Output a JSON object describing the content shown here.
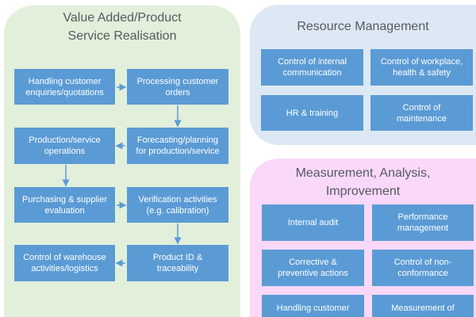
{
  "colors": {
    "box": "#5b9bd5",
    "arrow": "#5b9bd5",
    "green_panel": "#e2efda",
    "blue_panel": "#dde8f5",
    "pink_panel": "#f9d8f9"
  },
  "realisation": {
    "title_line1": "Value Added/Product",
    "title_line2": "Service Realisation",
    "boxes": [
      "Handling customer\nenquiries/quotations",
      "Processing customer\norders",
      "Production/service\noperations",
      "Forecasting/planning\nfor production/service",
      "Purchasing & supplier\nevaluation",
      "Verification activities\n(e.g. calibration)",
      "Control of warehouse\nactivities/logistics",
      "Product ID &\ntraceability"
    ]
  },
  "resource": {
    "title": "Resource Management",
    "boxes": [
      "Control of internal\ncommunication",
      "Control of workplace,\nhealth & safety",
      "HR & training",
      "Control of\nmaintenance"
    ]
  },
  "measurement": {
    "title_line1": "Measurement, Analysis,",
    "title_line2": "Improvement",
    "boxes": [
      "Internal audit",
      "Performance\nmanagement",
      "Corrective &\npreventive actions",
      "Control of non-\nconformance",
      "Handling customer",
      "Measurement of"
    ]
  }
}
